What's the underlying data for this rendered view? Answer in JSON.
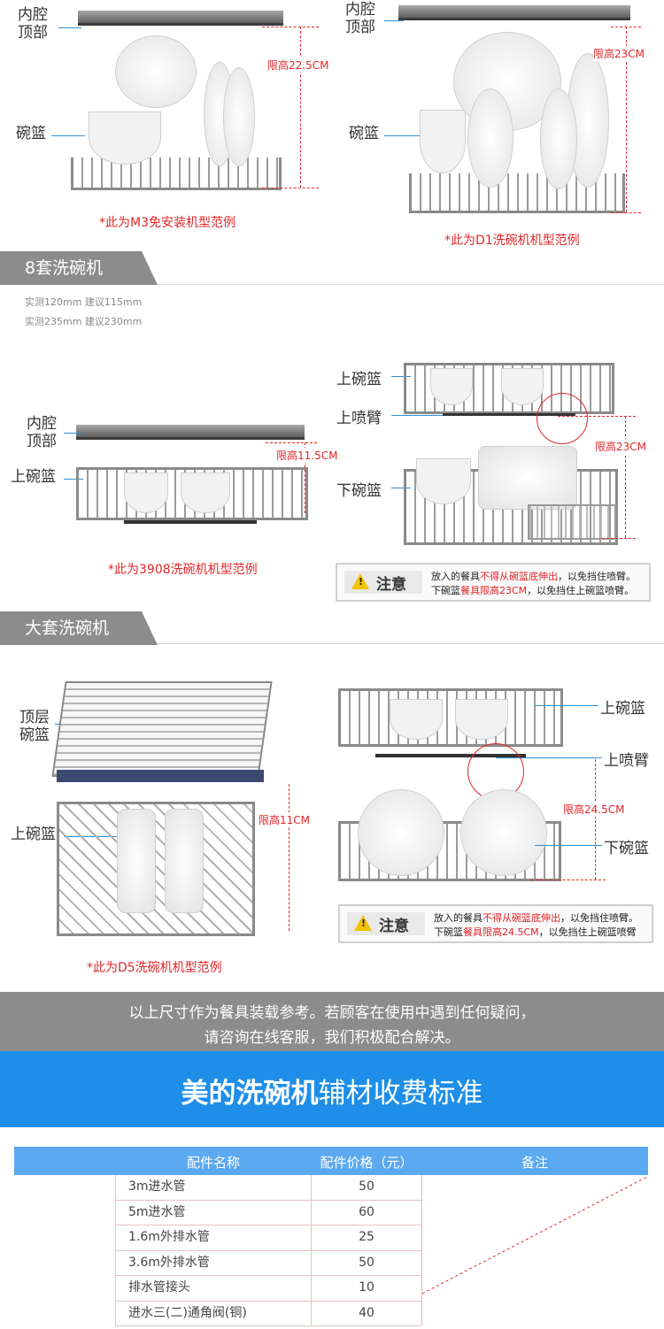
{
  "section1": {
    "left": {
      "label_cavity_top": "内腔\n顶部",
      "label_basket": "碗篮",
      "limit": "限高22.5CM",
      "caption": "*此为M3免安装机型范例"
    },
    "right": {
      "label_cavity_top": "内腔\n顶部",
      "label_basket": "碗篮",
      "limit": "限高23CM",
      "caption": "*此为D1洗碗机机型范例"
    }
  },
  "section2": {
    "title": "8套洗碗机",
    "measure_line1": "实测120mm 建议115mm",
    "measure_line2": "实测235mm 建议230mm",
    "left": {
      "label_cavity_top": "内腔\n顶部",
      "label_upper_basket": "上碗篮",
      "limit": "限高11.5CM",
      "caption": "*此为3908洗碗机机型范例"
    },
    "right": {
      "label_upper_basket": "上碗篮",
      "label_upper_arm": "上喷臂",
      "label_lower_basket": "下碗篮",
      "limit": "限高23CM"
    },
    "note": {
      "title": "注意",
      "line1_a": "放入的餐具",
      "line1_b": "不得从碗篮底伸出",
      "line1_c": "，以免挡住喷臂。",
      "line2_a": "下碗篮",
      "line2_b": "餐具限高23CM",
      "line2_c": "，以免挡住上碗篮喷臂。"
    }
  },
  "section3": {
    "title": "大套洗碗机",
    "left": {
      "label_top_layer": "顶层\n碗篮",
      "label_upper_basket": "上碗篮",
      "limit": "限高11CM",
      "caption": "*此为D5洗碗机机型范例"
    },
    "right": {
      "label_upper_basket": "上碗篮",
      "label_upper_arm": "上喷臂",
      "label_lower_basket": "下碗篮",
      "limit": "限高24.5CM"
    },
    "note": {
      "title": "注意",
      "line1_a": "放入的餐具",
      "line1_b": "不得从碗篮底伸出",
      "line1_c": "，以免挡住喷臂。",
      "line2_a": "下碗篮",
      "line2_b": "餐具限高24.5CM",
      "line2_c": "，以免挡住上碗篮喷臂"
    }
  },
  "footer_notice": {
    "line1": "以上尺寸作为餐具装载参考。若顾客在使用中遇到任何疑问，",
    "line2": "请咨询在线客服，我们积极配合解决。"
  },
  "fee_banner": {
    "title_bold": "美的洗碗机",
    "title_rest": "辅材收费标准"
  },
  "fee_table": {
    "headers": [
      "配件名称",
      "配件价格（元）",
      "备注"
    ],
    "rows": [
      {
        "name": "3m进水管",
        "price": "50"
      },
      {
        "name": "5m进水管",
        "price": "60"
      },
      {
        "name": "1.6m外排水管",
        "price": "25"
      },
      {
        "name": "3.6m外排水管",
        "price": "50"
      },
      {
        "name": "排水管接头",
        "price": "10"
      },
      {
        "name": "进水三(二)通角阀(铜)",
        "price": "40"
      }
    ]
  },
  "colors": {
    "accent_blue": "#1e8ee8",
    "header_blue": "#5ba9f0",
    "limit_red": "#e0262a",
    "notice_gray": "#8c8c8c"
  }
}
